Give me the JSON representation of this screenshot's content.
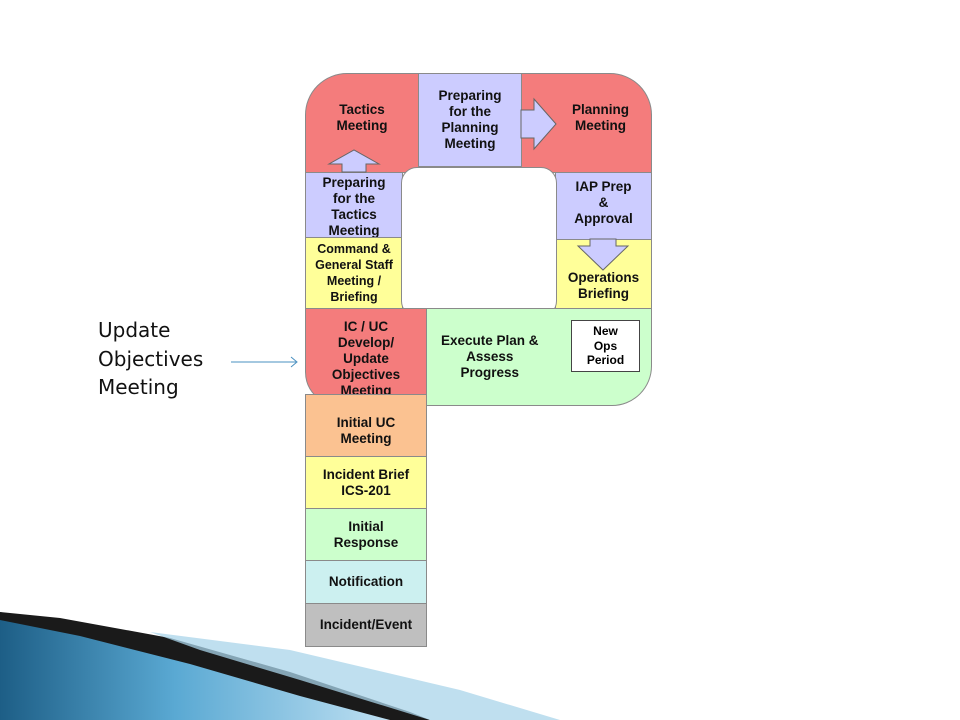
{
  "callout": {
    "text": "Update\nObjectives\nMeeting"
  },
  "planning_p": {
    "blocks": {
      "tactics_meeting": "Tactics\nMeeting",
      "preparing_planning": "Preparing\nfor the\nPlanning\nMeeting",
      "planning_meeting": "Planning\nMeeting",
      "preparing_tactics": "Preparing\nfor the\nTactics\nMeeting",
      "iap_prep": "IAP Prep\n&\nApproval",
      "command_general": "Command &\nGeneral Staff\nMeeting /\nBriefing",
      "operations_briefing": "Operations\nBriefing",
      "ic_uc_develop": "IC / UC\nDevelop/\nUpdate\nObjectives\nMeeting",
      "execute_plan": "Execute Plan &\nAssess\nProgress",
      "new_ops_period": "New\nOps\nPeriod",
      "initial_uc": "Initial UC\nMeeting",
      "incident_brief": "Incident Brief\nICS-201",
      "initial_response": "Initial\nResponse",
      "notification": "Notification",
      "incident_event": "Incident/Event"
    }
  },
  "colors": {
    "red": "#f47c7c",
    "lavender": "#ccccff",
    "yellow": "#ffff99",
    "green": "#ccffcc",
    "orange": "#fbc291",
    "cyan": "#ccf0f0",
    "gray": "#bfbfbf",
    "callout_line": "#4a90c0"
  }
}
